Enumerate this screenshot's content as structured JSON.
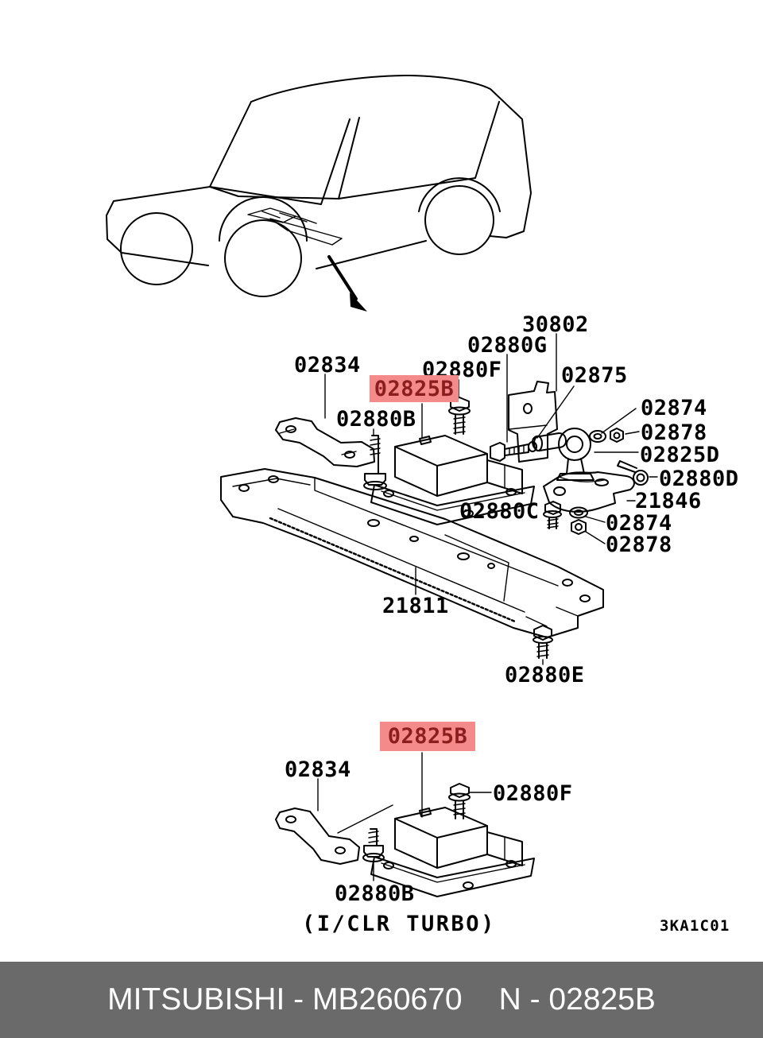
{
  "diagram": {
    "caption": "(I/CLR TURBO)",
    "drawing_code": "3KA1C01",
    "highlighted_part": "02825B",
    "labels": {
      "u_30802": {
        "text": "30802"
      },
      "u_02880G": {
        "text": "02880G"
      },
      "u_02834": {
        "text": "02834"
      },
      "u_02880F": {
        "text": "02880F"
      },
      "u_02825B": {
        "text": "02825B",
        "highlighted": true
      },
      "u_02875": {
        "text": "02875"
      },
      "u_02880B": {
        "text": "02880B"
      },
      "u_02874a": {
        "text": "02874"
      },
      "u_02878a": {
        "text": "02878"
      },
      "u_02825D": {
        "text": "02825D"
      },
      "u_02880D": {
        "text": "02880D"
      },
      "u_21846": {
        "text": "21846"
      },
      "u_02880C": {
        "text": "02880C"
      },
      "u_02874b": {
        "text": "02874"
      },
      "u_02878b": {
        "text": "02878"
      },
      "u_21811": {
        "text": "21811"
      },
      "u_02880E": {
        "text": "02880E"
      },
      "b_02834": {
        "text": "02834"
      },
      "b_02825B": {
        "text": "02825B",
        "highlighted": true
      },
      "b_02880F": {
        "text": "02880F"
      },
      "b_02880B": {
        "text": "02880B"
      }
    }
  },
  "footer": {
    "left": "MITSUBISHI - MB260670",
    "right": "N - 02825B"
  },
  "colors": {
    "highlight_bg": "#f58a8a",
    "highlight_text": "#8b1d1d",
    "line": "#000000",
    "footer_bg": "#6a6a6a",
    "footer_text": "#fdfdfd"
  }
}
